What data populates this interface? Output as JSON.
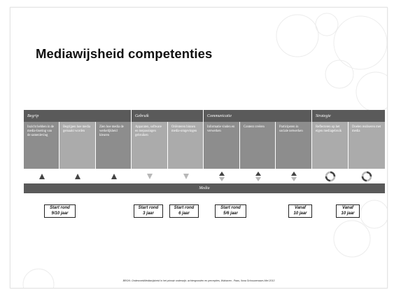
{
  "slide": {
    "title": "Mediawijsheid competenties",
    "source": "BRON: OnderzoekMediawijsheid in het primair onderwijs: achtergronden en percepties, Walraven , Paas, Ilona Schouwenaars Mei 2013"
  },
  "categories": [
    {
      "label": "Begrip",
      "span": 3
    },
    {
      "label": "Gebruik",
      "span": 2
    },
    {
      "label": "Communicatie",
      "span": 3
    },
    {
      "label": "Strategie",
      "span": 2
    }
  ],
  "subcategories": [
    {
      "label": "Inzicht hebben in de media-lisering van de samenleving",
      "shade": "dk"
    },
    {
      "label": "Begrijpen hoe media gemaakt worden",
      "shade": "lt"
    },
    {
      "label": "Zien hoe media de werkelijkheid kleuren",
      "shade": "dk"
    },
    {
      "label": "Apparaten, software en toepassingen gebruiken",
      "shade": "lt"
    },
    {
      "label": "Oriënteren binnen media-omgevingen",
      "shade": "lt"
    },
    {
      "label": "Informatie vinden en verwerken",
      "shade": "dk"
    },
    {
      "label": "Content creëren",
      "shade": "dk"
    },
    {
      "label": "Participeren in sociale netwerken",
      "shade": "dk"
    },
    {
      "label": "Reflecteren op het eigen mediagebruik",
      "shade": "lt"
    },
    {
      "label": "Doelen realiseren met media",
      "shade": "lt"
    }
  ],
  "arrows": [
    {
      "icon": "arrow-up-icon"
    },
    {
      "icon": "arrow-up-icon"
    },
    {
      "icon": "arrow-up-icon"
    },
    {
      "icon": "arrow-down-icon"
    },
    {
      "icon": "arrow-down-icon"
    },
    {
      "icon": "double-arrow-icon"
    },
    {
      "icon": "double-arrow-icon"
    },
    {
      "icon": "double-arrow-icon"
    },
    {
      "icon": "cycle-icon"
    },
    {
      "icon": "cycle-icon"
    }
  ],
  "media_label": "Media",
  "start_labels": [
    {
      "line1": "Start rond",
      "line2": "9/10 jaar"
    },
    {
      "line1": "Start rond",
      "line2": "3 jaar"
    },
    {
      "line1": "Start rond",
      "line2": "6 jaar"
    },
    {
      "line1": "Start rond",
      "line2": "5/6 jaar"
    },
    {
      "line1": "Vanaf",
      "line2": "10 jaar"
    },
    {
      "line1": "Vanaf",
      "line2": "10 jaar"
    }
  ],
  "colors": {
    "category_bar": "#5a5a5a",
    "cell_dark": "#8d8d8d",
    "cell_light": "#ababab",
    "arrow_dark": "#444444",
    "arrow_light": "#b8b8b8"
  }
}
